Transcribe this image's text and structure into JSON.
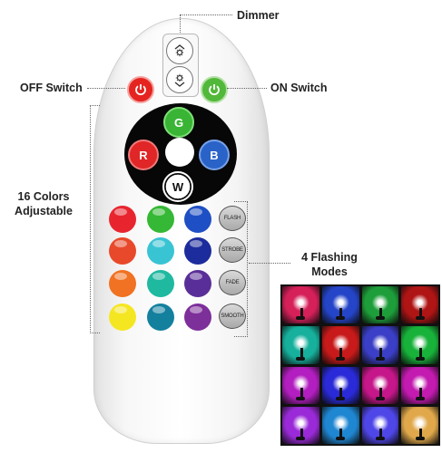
{
  "labels": {
    "dimmer": "Dimmer",
    "off_switch": "OFF Switch",
    "on_switch": "ON Switch",
    "colors_line1": "16 Colors",
    "colors_line2": "Adjustable",
    "flash_line1": "4 Flashing",
    "flash_line2": "Modes"
  },
  "rgbw_buttons": {
    "g": "G",
    "r": "R",
    "b": "B",
    "w": "W"
  },
  "mode_buttons": [
    "FLASH",
    "STROBE",
    "FADE",
    "SMOOTH"
  ],
  "color_buttons": [
    [
      "#e8252f",
      "#35b835",
      "#1f4fc4"
    ],
    [
      "#e8492a",
      "#39c4d4",
      "#1d2c9c"
    ],
    [
      "#f07222",
      "#1fb9a0",
      "#5a2e98"
    ],
    [
      "#f5e622",
      "#13809e",
      "#7d2f9a"
    ]
  ],
  "photo_colors": [
    [
      "#d5205a",
      "#2545c9",
      "#1e9e3a",
      "#b01515"
    ],
    [
      "#16b09c",
      "#c81a1a",
      "#3b3fc7",
      "#18b23a"
    ],
    [
      "#b21ec0",
      "#2a2ad8",
      "#c5168a",
      "#c31ab0"
    ],
    [
      "#9a2ad8",
      "#1f86d2",
      "#4f46e8",
      "#e0a84a"
    ]
  ],
  "colors": {
    "off_button": "#e52420",
    "on_button": "#52b83a",
    "ring": "#070707",
    "g_button": "#39b435",
    "r_button": "#e02626",
    "b_button": "#2a63c8",
    "w_button": "#0b0b0b"
  }
}
